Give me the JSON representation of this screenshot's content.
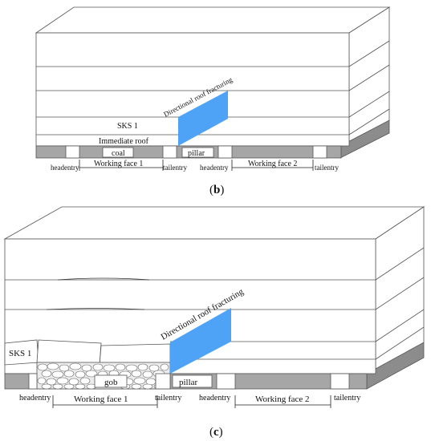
{
  "panel_b": {
    "caption_open": "(",
    "caption_letter": "b",
    "caption_close": ")",
    "fracture_label": "Directional roof fracturing",
    "sks_label": "SKS 1",
    "immediate_roof_label": "Immediate roof",
    "coal_label": "coal",
    "pillar_label": "pillar",
    "headentry_1": "headentry",
    "working_face_1": "Working face 1",
    "tailentry_1": "tailentry",
    "headentry_2": "headentry",
    "working_face_2": "Working face 2",
    "tailentry_2": "tailentry"
  },
  "panel_c": {
    "caption_open": "(",
    "caption_letter": "c",
    "caption_close": ")",
    "fracture_label": "Directional roof fracturing",
    "sks_label": "SKS 1",
    "gob_label": "gob",
    "pillar_label": "pillar",
    "headentry_1": "headentry",
    "working_face_1": "Working face 1",
    "tailentry_1": "tailentry",
    "headentry_2": "headentry",
    "working_face_2": "Working face 2",
    "tailentry_2": "tailentry"
  },
  "colors": {
    "fracture_plane": "#4fa3f7",
    "coal_seam": "#a6a6a6",
    "side_face": "#8c8c8c",
    "outline": "#555555"
  }
}
